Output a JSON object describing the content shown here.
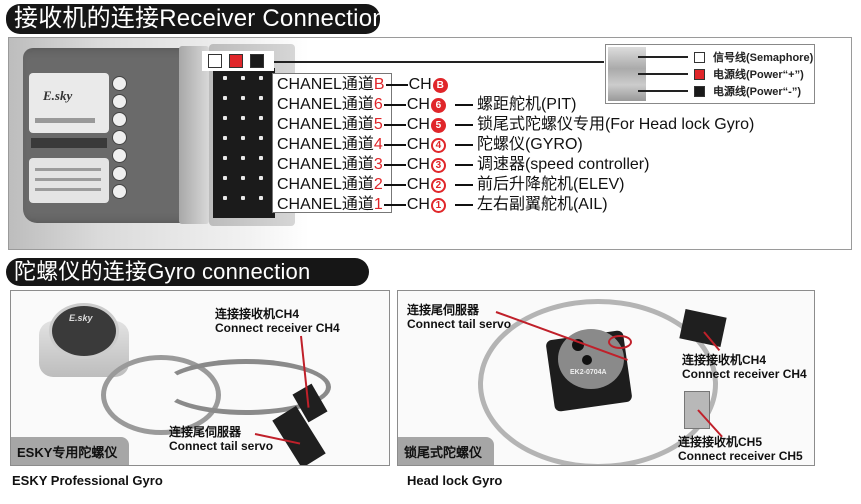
{
  "receiver_section": {
    "title": "接收机的连接Receiver Connection",
    "receiver_logo": "E.sky",
    "wire_legend": [
      {
        "label": "信号线(Semaphore)",
        "color": "#ffffff"
      },
      {
        "label": "电源线(Power“+”)",
        "color": "#e0262a"
      },
      {
        "label": "电源线(Power“-”)",
        "color": "#1a1a1a"
      }
    ],
    "channels": [
      {
        "prefix": "CHANEL通道",
        "num": "B",
        "ch": "CH",
        "circle": "B",
        "circle_filled": true,
        "desc": ""
      },
      {
        "prefix": "CHANEL通道",
        "num": "6",
        "ch": "CH",
        "circle": "6",
        "circle_filled": true,
        "desc": "螺距舵机(PIT)"
      },
      {
        "prefix": "CHANEL通道",
        "num": "5",
        "ch": "CH",
        "circle": "5",
        "circle_filled": true,
        "desc": "锁尾式陀螺仪专用(For Head lock Gyro)"
      },
      {
        "prefix": "CHANEL通道",
        "num": "4",
        "ch": "CH",
        "circle": "4",
        "circle_filled": false,
        "desc": "陀螺仪(GYRO)"
      },
      {
        "prefix": "CHANEL通道",
        "num": "3",
        "ch": "CH",
        "circle": "3",
        "circle_filled": false,
        "desc": "调速器(speed controller)"
      },
      {
        "prefix": "CHANEL通道",
        "num": "2",
        "ch": "CH",
        "circle": "2",
        "circle_filled": false,
        "desc": "前后升降舵机(ELEV)"
      },
      {
        "prefix": "CHANEL通道",
        "num": "1",
        "ch": "CH",
        "circle": "1",
        "circle_filled": false,
        "desc": "左右副翼舵机(AIL)"
      }
    ]
  },
  "gyro_section": {
    "title": "陀螺仪的连接Gyro connection",
    "left_panel": {
      "tag": "ESKY专用陀螺仪",
      "caption": "ESKY Professional Gyro",
      "device_logo": "E.sky",
      "annotations": [
        {
          "cn": "连接接收机CH4",
          "en": "Connect receiver CH4"
        },
        {
          "cn": "连接尾伺服器",
          "en": "Connect tail servo"
        }
      ]
    },
    "right_panel": {
      "tag": "锁尾式陀螺仪",
      "caption": "Head lock Gyro",
      "device_model": "EK2-0704A",
      "annotations": [
        {
          "cn": "连接尾伺服器",
          "en": "Connect tail servo"
        },
        {
          "cn": "连接接收机CH4",
          "en": "Connect receiver CH4"
        },
        {
          "cn": "连接接收机CH5",
          "en": "Connect receiver CH5"
        }
      ]
    }
  }
}
